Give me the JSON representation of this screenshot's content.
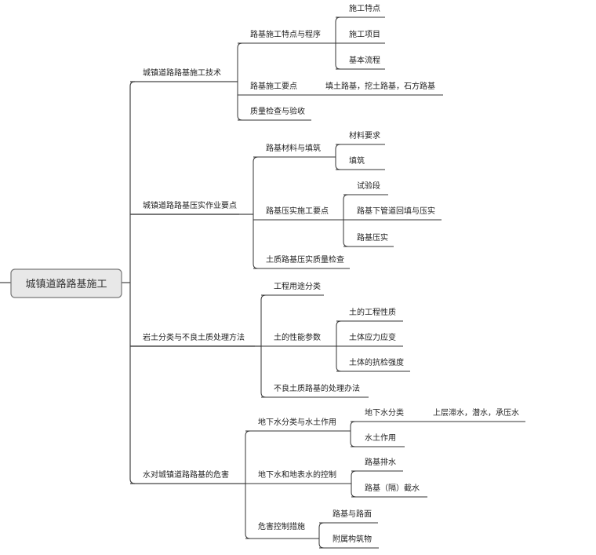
{
  "mindmap": {
    "root": "城镇道路路基施工",
    "branches": [
      {
        "label": "城镇道路路基施工技术",
        "children": [
          {
            "label": "路基施工特点与程序",
            "children": [
              {
                "label": "施工特点"
              },
              {
                "label": "施工项目"
              },
              {
                "label": "基本流程"
              }
            ]
          },
          {
            "label": "路基施工要点",
            "children": [
              {
                "label": "填土路基，挖土路基，石方路基"
              }
            ]
          },
          {
            "label": "质量检查与验收"
          }
        ]
      },
      {
        "label": "城镇道路路基压实作业要点",
        "children": [
          {
            "label": "路基材料与填筑",
            "children": [
              {
                "label": "材料要求"
              },
              {
                "label": "填筑"
              }
            ]
          },
          {
            "label": "路基压实施工要点",
            "children": [
              {
                "label": "试验段"
              },
              {
                "label": "路基下管道回填与压实"
              },
              {
                "label": "路基压实"
              }
            ]
          },
          {
            "label": "土质路基压实质量检查"
          }
        ]
      },
      {
        "label": "岩土分类与不良土质处理方法",
        "children": [
          {
            "label": "工程用途分类"
          },
          {
            "label": "土的性能参数",
            "children": [
              {
                "label": "土的工程性质"
              },
              {
                "label": "土体应力应变"
              },
              {
                "label": "土体的抗检强度"
              }
            ]
          },
          {
            "label": "不良土质路基的处理办法"
          }
        ]
      },
      {
        "label": "水对城镇道路路基的危害",
        "children": [
          {
            "label": "地下水分类与水土作用",
            "children": [
              {
                "label": "地下水分类",
                "children": [
                  {
                    "label": "上层滞水，潜水，承压水"
                  }
                ]
              },
              {
                "label": "水土作用"
              }
            ]
          },
          {
            "label": "地下水和地表水的控制",
            "children": [
              {
                "label": "路基排水"
              },
              {
                "label": "路基（隔）截水"
              }
            ]
          },
          {
            "label": "危害控制措施",
            "children": [
              {
                "label": "路基与路面"
              },
              {
                "label": "附属构筑物"
              }
            ]
          }
        ]
      }
    ]
  }
}
